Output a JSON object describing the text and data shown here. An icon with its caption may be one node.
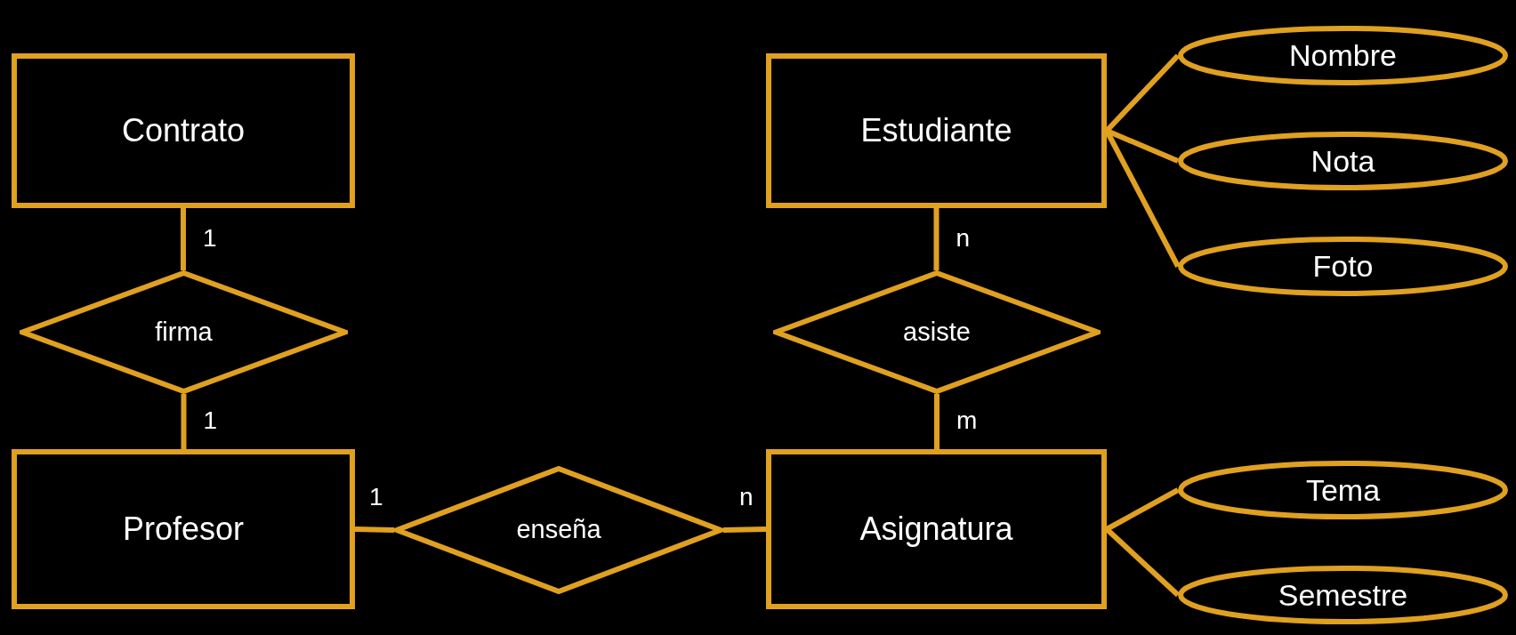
{
  "diagram": {
    "nodes": [
      {
        "text": [
          "Contrato"
        ]
      },
      {
        "text": [
          "Estudiante"
        ]
      },
      {
        "text": [
          "Nombre"
        ]
      },
      {
        "text": [
          "Nota"
        ]
      },
      {
        "text": [
          "Foto"
        ]
      },
      {
        "text": [
          "firma"
        ]
      },
      {
        "text": [
          "asiste"
        ]
      },
      {
        "text": [
          "Profesor"
        ]
      },
      {
        "text": [
          "enseña"
        ]
      },
      {
        "text": [
          "Asignatura"
        ]
      },
      {
        "text": [
          "Tema"
        ]
      },
      {
        "text": [
          "Semestre"
        ]
      }
    ],
    "edges": [
      {
        "from": 0,
        "to": 5,
        "arrow": "none",
        "label": "1"
      },
      {
        "from": 5,
        "to": 7,
        "arrow": "none",
        "label": "1"
      },
      {
        "from": 1,
        "to": 6,
        "arrow": "none",
        "label": "n"
      },
      {
        "from": 6,
        "to": 9,
        "arrow": "none",
        "label": "m"
      },
      {
        "from": 7,
        "to": 8,
        "arrow": "none",
        "label": "1"
      },
      {
        "from": 8,
        "to": 9,
        "arrow": "none",
        "label": "n"
      },
      {
        "from": 1,
        "to": 2,
        "arrow": "none"
      },
      {
        "from": 1,
        "to": 3,
        "arrow": "none"
      },
      {
        "from": 1,
        "to": 4,
        "arrow": "none"
      },
      {
        "from": 9,
        "to": 10,
        "arrow": "none"
      },
      {
        "from": 9,
        "to": 11,
        "arrow": "none"
      }
    ]
  }
}
